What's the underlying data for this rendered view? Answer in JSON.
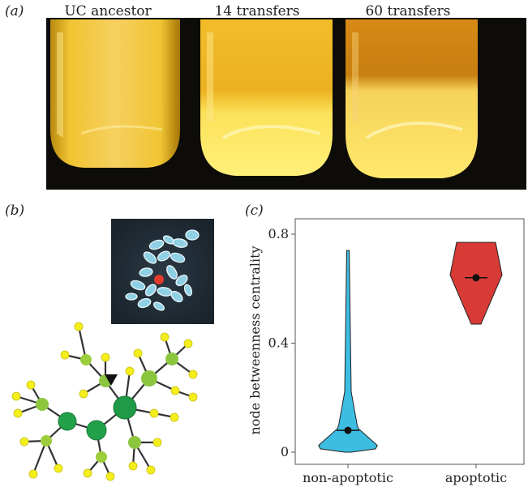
{
  "panels": {
    "a": "(a)",
    "b": "(b)",
    "c": "(c)"
  },
  "tubes": {
    "labels": [
      "UC ancestor",
      "14 transfers",
      "60 transfers"
    ]
  },
  "colors": {
    "tube_yellow": "#f2c21a",
    "sediment_yellow": "#fde25a",
    "violin_blue": "#3ebde3",
    "violin_red": "#d83a36",
    "node_dark_green": "#22a04a",
    "node_mid_green": "#8cc63f",
    "node_yellow": "#f4ee1c"
  },
  "chart_data": {
    "type": "violin",
    "ylabel": "node betweenness centrality",
    "yticks": [
      "0",
      "0.4",
      "0.8"
    ],
    "ylim": [
      0,
      0.8
    ],
    "categories": [
      "non-apoptotic",
      "apoptotic"
    ],
    "series": [
      {
        "category": "non-apoptotic",
        "median": 0.08,
        "min": 0.0,
        "max": 0.74,
        "color": "#3ebde3"
      },
      {
        "category": "apoptotic",
        "median": 0.64,
        "min": 0.47,
        "max": 0.77,
        "color": "#d83a36"
      }
    ]
  }
}
